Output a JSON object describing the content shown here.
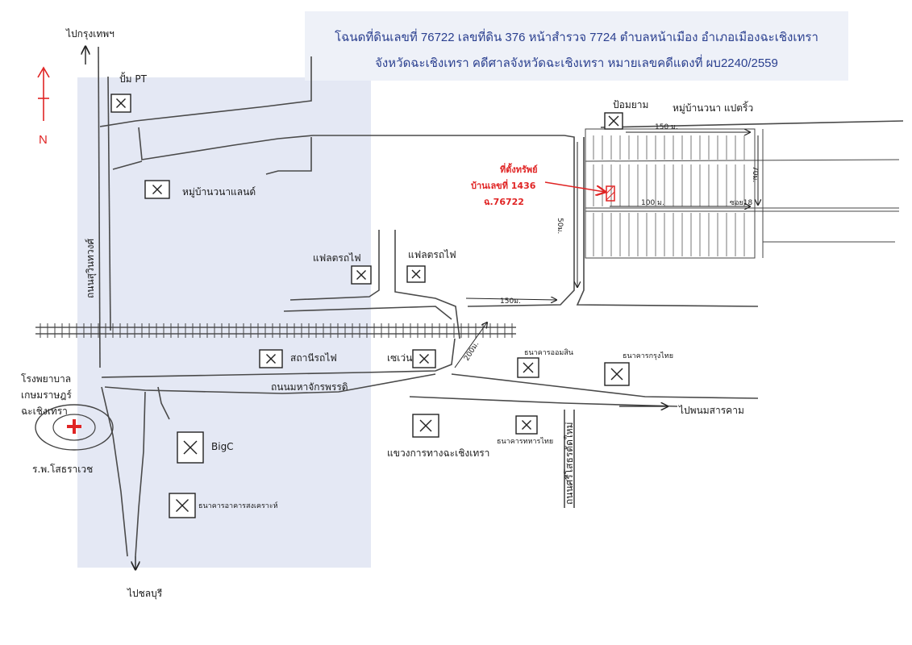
{
  "header": {
    "line1": "โฉนดที่ดินเลขที่ 76722 เลขที่ดิน 376 หน้าสำรวจ 7724 ตำบลหน้าเมือง อำเภอเมืองฉะเชิงเทรา",
    "line2": "จังหวัดฉะเชิงเทรา คดีศาลจังหวัดฉะเชิงเทรา หมายเลขคดีแดงที่ ผบ2240/2559"
  },
  "compass": {
    "label": "N",
    "color": "#e02424"
  },
  "directions": {
    "bangkok": "ไปกรุงเทพฯ",
    "chonburi": "ไปชลบุรี",
    "phanom_sarakham": "ไปพนมสารคาม"
  },
  "roads": {
    "suwinthawong": "ถนนสุวินทวงศ์",
    "maha_chakkraphat": "ถนนมหาจักรพรรดิ",
    "sri_sothon": "ถนนศรีโสธรตัดใหม่"
  },
  "places": {
    "pt_station": "ปั้ม PT",
    "wana_land": "หมู่บ้านวนาแลนด์",
    "rail_flat_1": "แฟลตรถไฟ",
    "rail_flat_2": "แฟลตรถไฟ",
    "railway_station": "สถานีรถไฟ",
    "seven_eleven": "เซเว่น",
    "bigc": "BigC",
    "gov_housing_bank": "ธนาคารอาคารสงเคราะห์",
    "omsin_bank": "ธนาคารออมสิน",
    "krungthai_bank": "ธนาคารกรุงไทย",
    "military_bank": "ธนาคารทหารไทย",
    "highway_district": "แขวงการทางฉะเชิงเทรา",
    "police_box": "ป้อมยาม",
    "wana_village_2": "หมู่บ้านวนา แปตริ้ว",
    "hospital_1": "โรงพยาบาลเกษมราษฎร์ฉะเชิงเทรา",
    "hospital_2": "ร.พ.โสธราเวช"
  },
  "hospital_lines": [
    "โรงพยาบาล",
    "เกษมราษฎร์",
    "ฉะเชิงเทรา"
  ],
  "distances": {
    "d150_top": "150 ม.",
    "d100": "100 ม.",
    "d70": "70ม.",
    "d150_mid": "150ม.",
    "d200": "200ม.",
    "d50": "50ม.",
    "soi": "ซอย18"
  },
  "property": {
    "title": "ที่ตั้งทรัพย์",
    "house": "บ้านเลขที่ 1436",
    "deed": "ฉ.76722",
    "color": "#e02424"
  }
}
